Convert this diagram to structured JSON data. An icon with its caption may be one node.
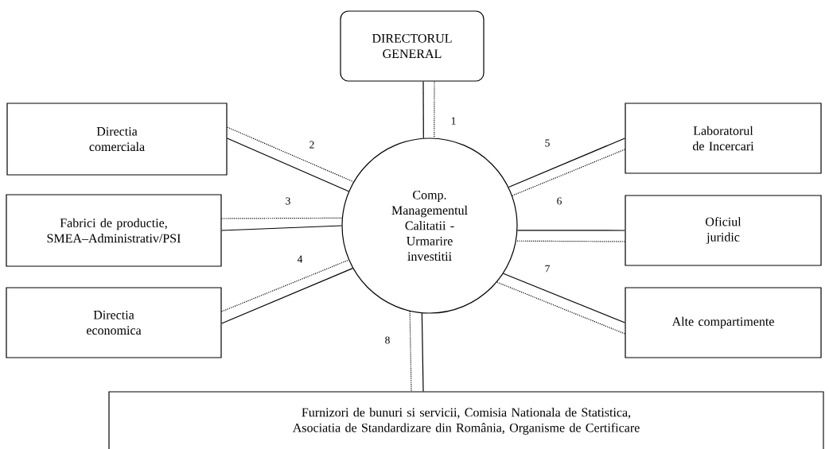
{
  "diagram": {
    "nodes": [
      {
        "text": [
          "DIRECTORUL GENERAL"
        ]
      },
      {
        "text": [
          "Directia comerciala"
        ]
      },
      {
        "text": [
          "Fabrici de productie, SMEA–Administrativ/PSI"
        ]
      },
      {
        "text": [
          "Directia economica"
        ]
      },
      {
        "text": [
          "Comp. Managementul Calitatii - Urmarire investitii"
        ]
      },
      {
        "text": [
          "Laboratorul de Incercari"
        ]
      },
      {
        "text": [
          "Oficiul juridic"
        ]
      },
      {
        "text": [
          "Alte compartimente"
        ]
      },
      {
        "text": [
          "Furnizori de bunuri si servicii, Comisia Nationala de Statistica, Asociatia de Standardizare din România, Organisme de Certificare"
        ]
      }
    ],
    "edges": [
      {
        "from": 0,
        "to": 4,
        "arrow": "none"
      },
      {
        "from": 0,
        "to": 4,
        "arrow": "none",
        "style": "dashed",
        "label": "1"
      },
      {
        "from": 1,
        "to": 4,
        "arrow": "none"
      },
      {
        "from": 1,
        "to": 4,
        "arrow": "none",
        "style": "dashed",
        "label": "2"
      },
      {
        "from": 2,
        "to": 4,
        "arrow": "none"
      },
      {
        "from": 2,
        "to": 4,
        "arrow": "none",
        "style": "dashed",
        "label": "3"
      },
      {
        "from": 3,
        "to": 4,
        "arrow": "none"
      },
      {
        "from": 3,
        "to": 4,
        "arrow": "none",
        "style": "dashed",
        "label": "4"
      },
      {
        "from": 5,
        "to": 4,
        "arrow": "none",
        "label": "5"
      },
      {
        "from": 5,
        "to": 4,
        "arrow": "none",
        "style": "dashed"
      },
      {
        "from": 6,
        "to": 4,
        "arrow": "none"
      },
      {
        "from": 6,
        "to": 4,
        "arrow": "none",
        "style": "dashed",
        "label": "6"
      },
      {
        "from": 7,
        "to": 4,
        "arrow": "none",
        "label": "7"
      },
      {
        "from": 7,
        "to": 4,
        "arrow": "none",
        "style": "dashed"
      },
      {
        "from": 4,
        "to": 8,
        "arrow": "none"
      },
      {
        "from": 4,
        "to": 8,
        "arrow": "none",
        "style": "dashed",
        "label": "8"
      }
    ]
  }
}
